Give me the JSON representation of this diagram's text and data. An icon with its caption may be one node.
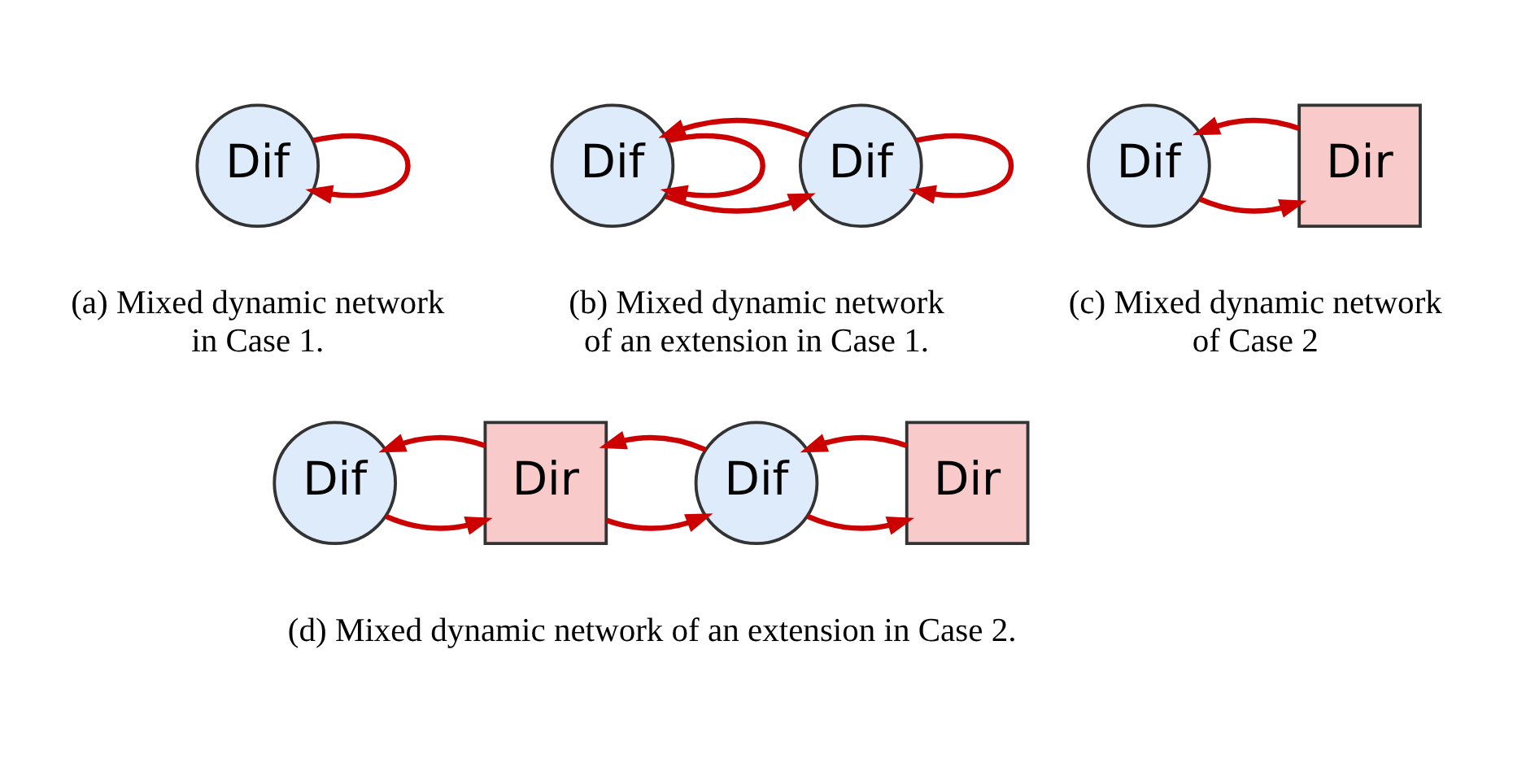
{
  "diagram": {
    "nodes": [
      {
        "text": [
          "Dif"
        ]
      },
      {
        "text": [
          "Dif"
        ]
      },
      {
        "text": [
          "Dif"
        ]
      },
      {
        "text": [
          "Dif"
        ]
      },
      {
        "text": [
          "Dir"
        ]
      },
      {
        "text": [
          "Dif"
        ]
      },
      {
        "text": [
          "Dir"
        ]
      },
      {
        "text": [
          "Dif"
        ]
      },
      {
        "text": [
          "Dir"
        ]
      }
    ],
    "edges": [
      {
        "from": 0,
        "to": 0,
        "arrow": "to"
      },
      {
        "from": 1,
        "to": 1,
        "arrow": "to"
      },
      {
        "from": 2,
        "to": 2,
        "arrow": "to"
      },
      {
        "from": 1,
        "to": 2,
        "arrow": "to"
      },
      {
        "from": 2,
        "to": 1,
        "arrow": "to"
      },
      {
        "from": 3,
        "to": 4,
        "arrow": "to"
      },
      {
        "from": 4,
        "to": 3,
        "arrow": "to"
      },
      {
        "from": 5,
        "to": 6,
        "arrow": "to"
      },
      {
        "from": 6,
        "to": 5,
        "arrow": "to"
      },
      {
        "from": 6,
        "to": 7,
        "arrow": "to"
      },
      {
        "from": 7,
        "to": 6,
        "arrow": "to"
      },
      {
        "from": 7,
        "to": 8,
        "arrow": "to"
      },
      {
        "from": 8,
        "to": 7,
        "arrow": "to"
      }
    ],
    "labels": [
      "(a) Mixed dynamic network in Case 1.",
      "(b) Mixed dynamic network of an extension in Case 1.",
      "(c) Mixed dynamic network of Case 2",
      "(d) Mixed dynamic network of an extension in Case 2."
    ]
  }
}
